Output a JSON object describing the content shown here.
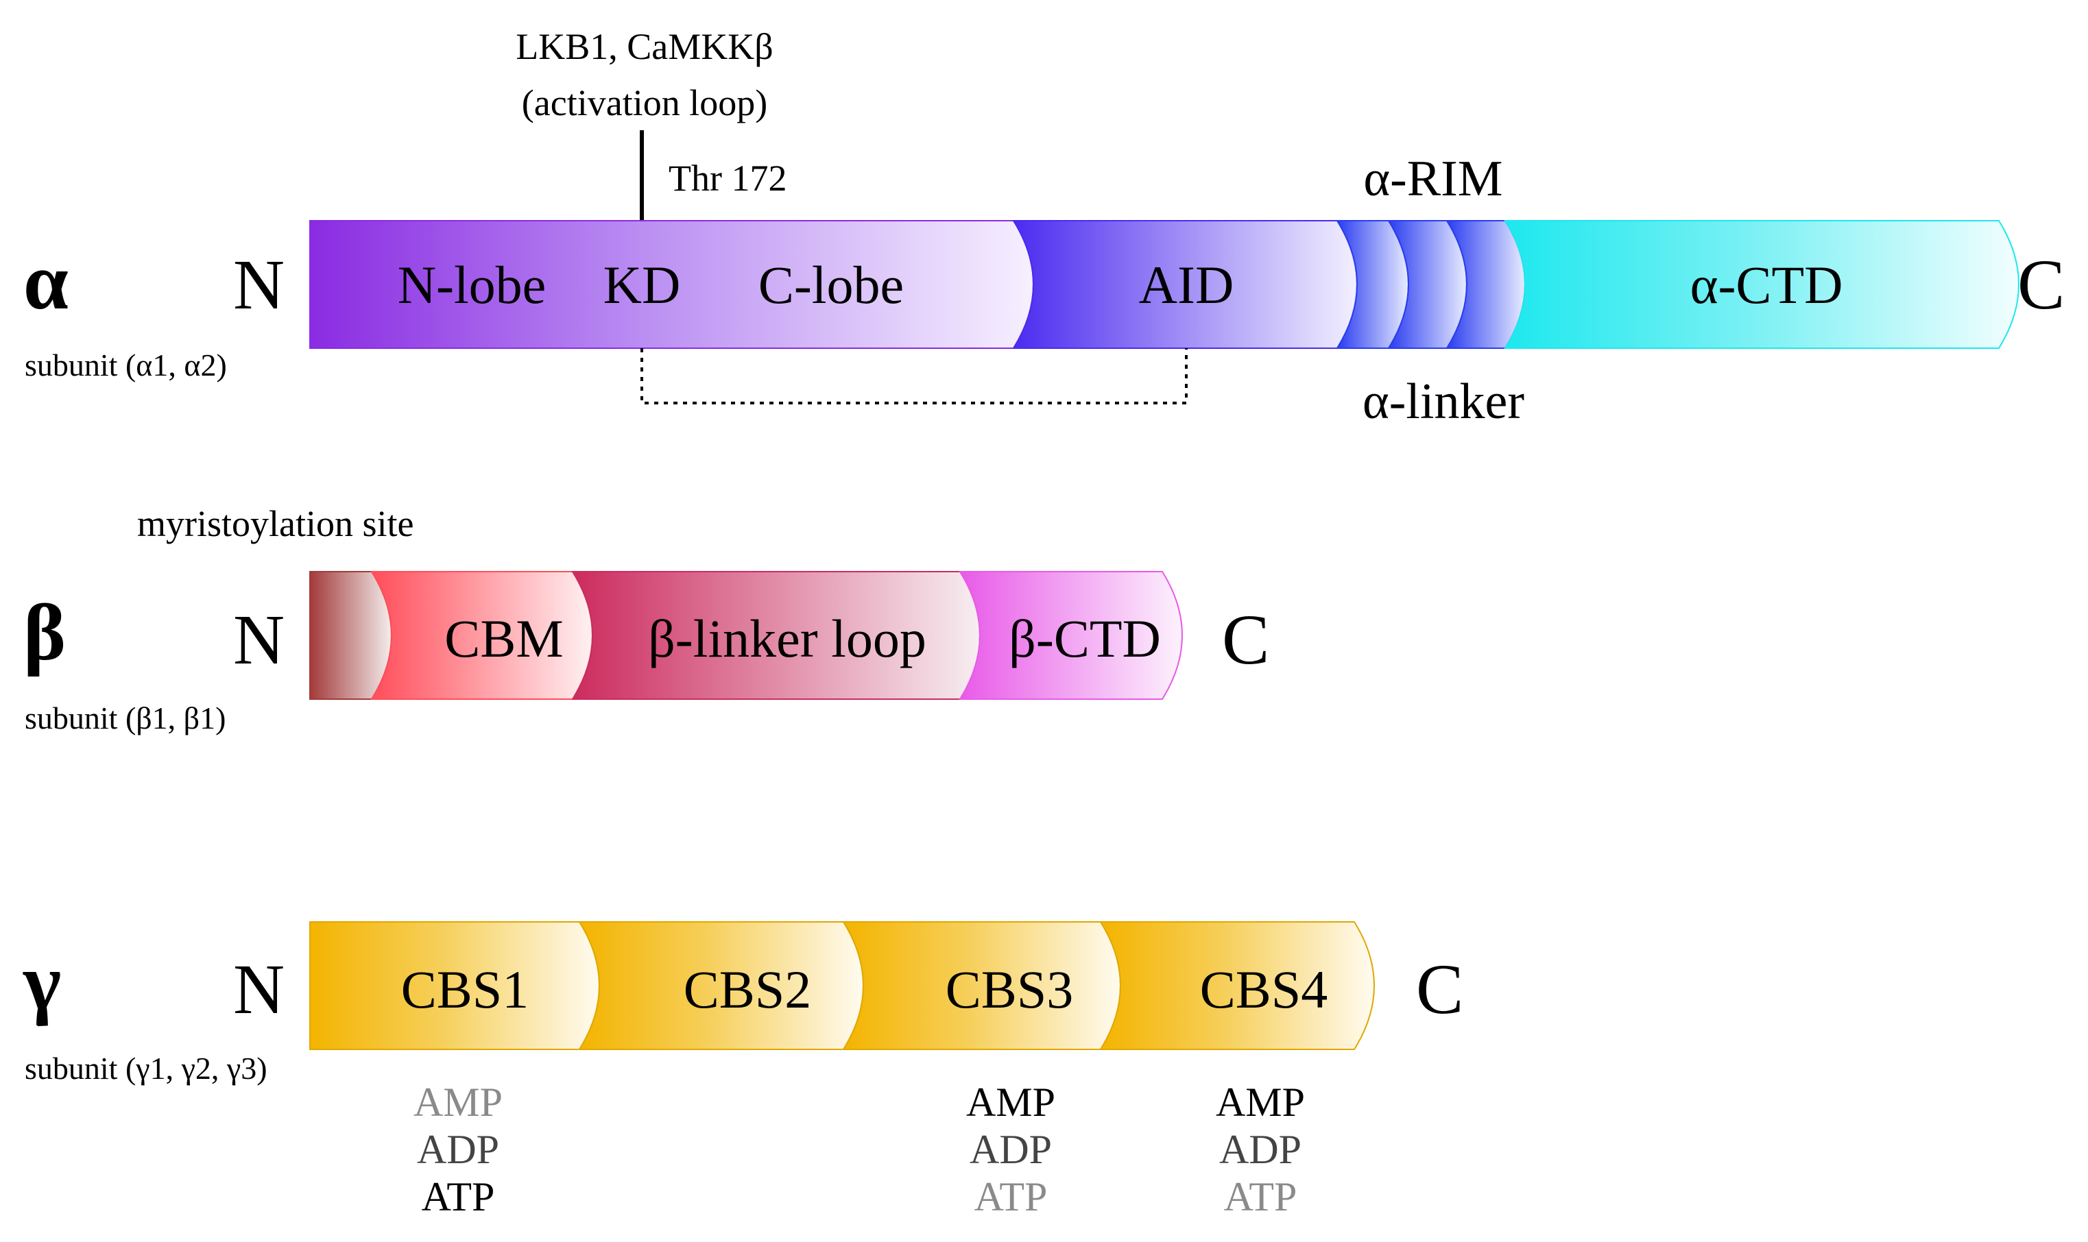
{
  "colors": {
    "alpha_kd": "#8a2be2",
    "alpha_aid": "#4b2bf0",
    "alpha_linker": "#2a4cf0",
    "alpha_ctd": "#1de8ee",
    "beta_site": "#a33a3a",
    "beta_cbm": "#ff4d5a",
    "beta_linker": "#cc2b5e",
    "beta_ctd": "#e85ae8",
    "gamma_cbs": "#f4b400",
    "nucleotide_bound": "#000000",
    "nucleotide_weak": "#444444",
    "nucleotide_faint": "#8a8a8a"
  },
  "alpha": {
    "symbol": "α",
    "subunit_label": "subunit (α1, α2)",
    "n_term": "N",
    "c_term": "C",
    "domains": {
      "n_lobe": "N-lobe",
      "kd": "KD",
      "c_lobe": "C-lobe",
      "aid": "AID",
      "ctd": "α-CTD"
    },
    "rim_label": "α-RIM",
    "linker_label": "α-linker",
    "kinase_label": "LKB1, CaMKKβ",
    "activation_loop_label": "(activation loop)",
    "thr_label": "Thr 172"
  },
  "beta": {
    "symbol": "β",
    "subunit_label": "subunit (β1, β1)",
    "n_term": "N",
    "c_term": "C",
    "myristoylation_label": "myristoylation site",
    "domains": {
      "cbm": "CBM",
      "linker": "β-linker loop",
      "ctd": "β-CTD"
    }
  },
  "gamma": {
    "symbol": "γ",
    "subunit_label": "subunit (γ1, γ2, γ3)",
    "n_term": "N",
    "c_term": "C",
    "domains": {
      "cbs1": "CBS1",
      "cbs2": "CBS2",
      "cbs3": "CBS3",
      "cbs4": "CBS4"
    },
    "nucleotides": {
      "cbs1": {
        "amp": "AMP",
        "adp": "ADP",
        "atp": "ATP"
      },
      "cbs3": {
        "amp": "AMP",
        "adp": "ADP",
        "atp": "ATP"
      },
      "cbs4": {
        "amp": "AMP",
        "adp": "ADP",
        "atp": "ATP"
      }
    }
  }
}
